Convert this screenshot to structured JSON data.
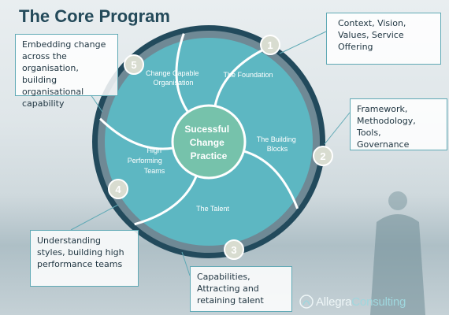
{
  "title": "The Core Program",
  "center": {
    "lines": [
      "Sucessful",
      "Change",
      "Practice"
    ]
  },
  "segments": [
    {
      "number": "1",
      "label_lines": [
        "The Foundation"
      ]
    },
    {
      "number": "2",
      "label_lines": [
        "The Building",
        "Blocks"
      ]
    },
    {
      "number": "3",
      "label_lines": [
        "The Talent"
      ]
    },
    {
      "number": "4",
      "label_lines": [
        "High",
        "Performing",
        "Teams"
      ]
    },
    {
      "number": "5",
      "label_lines": [
        "Change Capable",
        "Organisation"
      ]
    }
  ],
  "callouts": [
    {
      "number": "1",
      "lines": [
        "Context, Vision,",
        "Values, Service",
        "Offering"
      ]
    },
    {
      "number": "2",
      "lines": [
        "Framework,",
        "Methodology, Tools,",
        "Governance"
      ]
    },
    {
      "number": "3",
      "lines": [
        "Capabilities,",
        "Attracting and",
        "retaining talent"
      ]
    },
    {
      "number": "4",
      "lines": [
        "Understanding",
        "styles, building high",
        "performance teams"
      ]
    },
    {
      "number": "5",
      "lines": [
        "Embedding change",
        "across the",
        "organisation, building",
        "organisational",
        "capability"
      ]
    }
  ],
  "logo": {
    "part1": "Allegra",
    "part2": "Consulting"
  },
  "colors": {
    "title": "#244a5a",
    "ring": "#224a5c",
    "segment": "#5db7c2",
    "center": "#76c2ab",
    "badge": "#d8dcd0",
    "callout_border": "#5fa9b5"
  }
}
